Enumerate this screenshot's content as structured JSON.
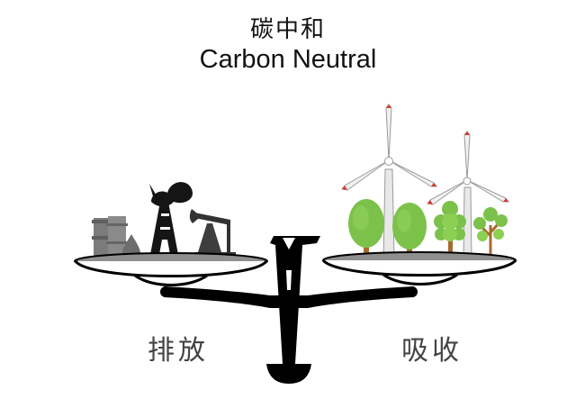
{
  "title": {
    "zh": "碳中和",
    "en": "Carbon Neutral"
  },
  "left_pan": {
    "label": "排放",
    "icons": [
      "oil-barrel-icon",
      "oil-drop-icon",
      "oil-derrick-icon",
      "pumpjack-icon"
    ]
  },
  "right_pan": {
    "label": "吸收",
    "icons": [
      "wind-turbine-icon",
      "wind-turbine-icon",
      "tree-icon",
      "tree-icon",
      "tree-icon",
      "tree-icon"
    ]
  },
  "colors": {
    "background": "#ffffff",
    "scale": "#000000",
    "pan_fill": "#8f8f8f",
    "emission_gray": "#7b7b7b",
    "tree_green": "#7cc24a",
    "tree_trunk": "#a66b2f",
    "turbine_white": "#ececec",
    "turbine_red": "#d9382f"
  }
}
